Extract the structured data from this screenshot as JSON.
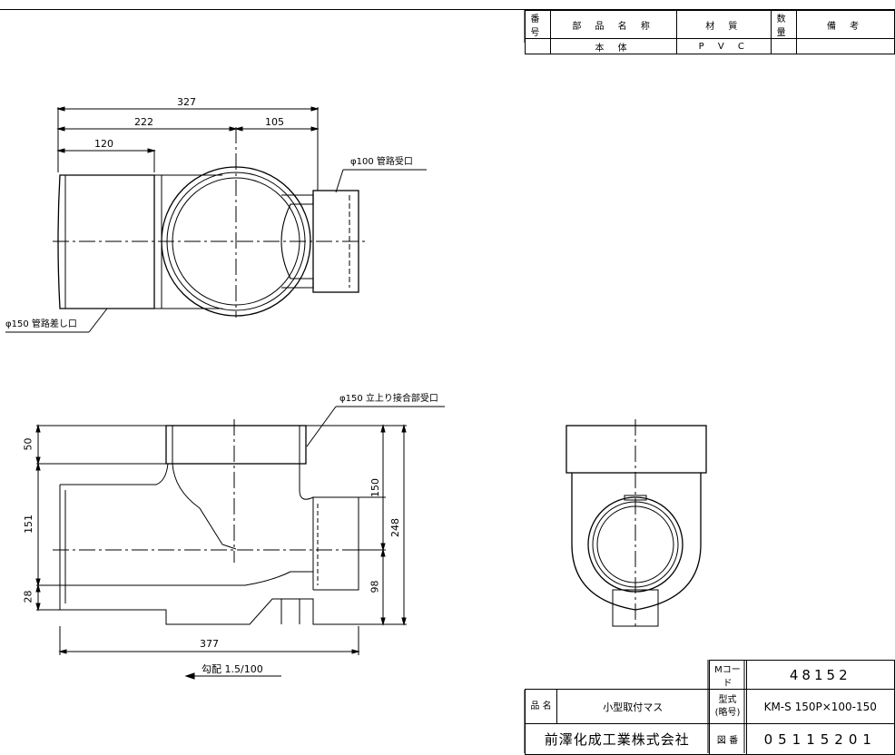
{
  "parts_table": {
    "headers": [
      "番号",
      "部 品 名 称",
      "材 質",
      "数量",
      "備 考"
    ],
    "rows": [
      [
        "",
        "本 体",
        "P V C",
        "",
        ""
      ]
    ]
  },
  "top_view": {
    "dim_overall": "327",
    "dim_left": "222",
    "dim_right": "105",
    "dim_inner": "120",
    "label_outlet": "φ100 管路受口",
    "label_inlet": "φ150 管路差し口"
  },
  "front_view": {
    "label_riser": "φ150 立上り接合部受口",
    "dim_top_left": "50",
    "dim_mid_left": "151",
    "dim_bot_left": "28",
    "dim_right_upper": "150",
    "dim_right_total": "248",
    "dim_right_lower": "98",
    "dim_bottom": "377",
    "slope": "勾配 1.5/100"
  },
  "title_block": {
    "mcode_label": "Mコード",
    "mcode_value": "48152",
    "name_label": "品 名",
    "name_value": "小型取付マス",
    "model_label_1": "型式",
    "model_label_2": "(略号)",
    "model_value": "KM-S 150P×100-150",
    "company": "前澤化成工業株式会社",
    "drawing_label": "図 番",
    "drawing_value": "05115201"
  }
}
